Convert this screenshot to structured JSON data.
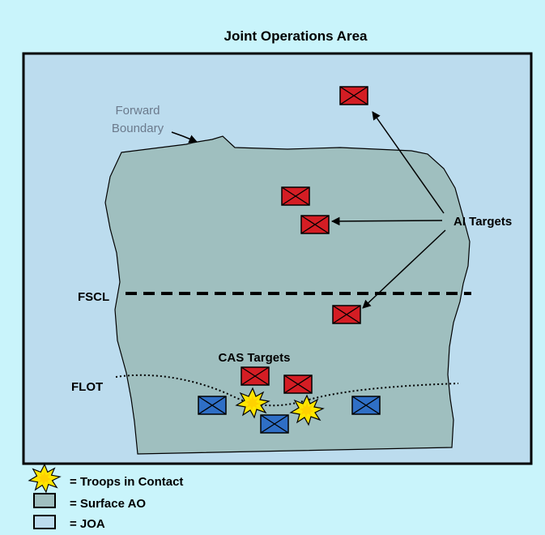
{
  "diagram": {
    "title": "Joint Operations Area",
    "labels": {
      "forward_boundary_line1": "Forward",
      "forward_boundary_line2": "Boundary",
      "fscl": "FSCL",
      "flot": "FLOT",
      "ai_targets": "AI Targets",
      "cas_targets": "CAS Targets"
    },
    "legend": {
      "troops_in_contact": "= Troops in Contact",
      "surface_ao": "= Surface AO",
      "joa": "= JOA"
    },
    "colors": {
      "background": "#c9f4fb",
      "joa_fill": "#bcdcee",
      "surface_ao_fill": "#9fbfbf",
      "enemy_unit": "#d41d24",
      "friendly_unit": "#2f6fc6",
      "troops_in_contact": "#ffe600",
      "boundary_label": "#6b7a8c"
    },
    "symbols": {
      "enemy": "enemy-unit-symbol",
      "friendly": "friendly-unit-symbol",
      "contact": "explosion-burst-icon"
    }
  }
}
